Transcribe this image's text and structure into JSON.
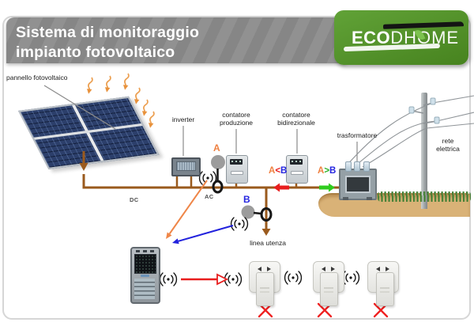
{
  "header": {
    "title_line1": "Sistema di monitoraggio",
    "title_line2": "impianto fotovoltaico",
    "logo_eco": "ECO",
    "logo_dhome": "DHOME"
  },
  "diagram": {
    "panel_label": "pannello fotovoltaico",
    "inverter_label": "inverter",
    "production_meter_label_1": "contatore",
    "production_meter_label_2": "produzione",
    "bidirectional_meter_label_1": "contatore",
    "bidirectional_meter_label_2": "bidirezionale",
    "transformer_label": "trasformatore",
    "grid_label_1": "rete",
    "grid_label_2": "elettrica",
    "dc_label": "DC",
    "ac_label": "AC",
    "sensor_a_label": "A",
    "sensor_b_label": "B",
    "flow_import": {
      "a": "A",
      "op": "<",
      "b": "B"
    },
    "flow_export": {
      "a": "A",
      "op": ">",
      "b": "B"
    },
    "user_line_label": "linea utenza"
  },
  "colors": {
    "brand_green": "#4f8c28",
    "banner_gray": "#8b8b8b",
    "wire_brown": "#9a5a1d",
    "phase_a_orange": "#ef8040",
    "phase_b_blue": "#2626e0",
    "import_red": "#e81e1e",
    "export_green": "#2bb327",
    "sun_ray_orange": "#eca052"
  }
}
